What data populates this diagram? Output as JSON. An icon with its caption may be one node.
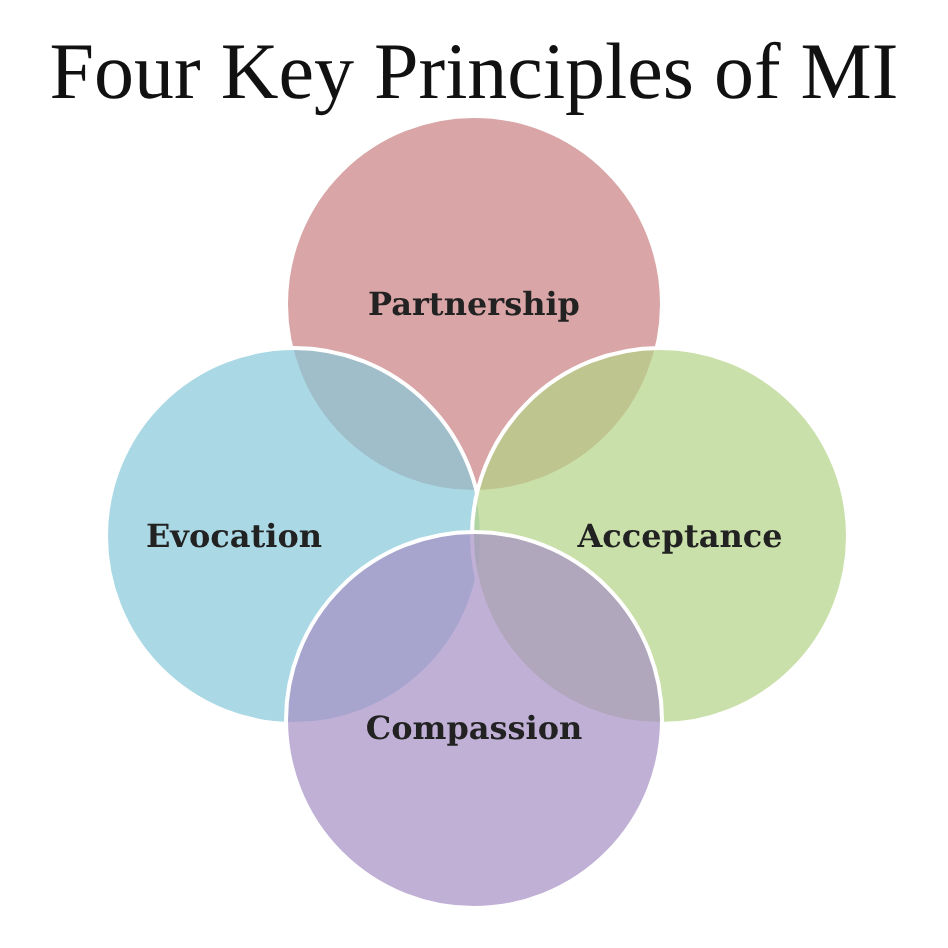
{
  "diagram": {
    "title": "Four Key Principles of MI",
    "nodes": [
      {
        "text": [
          "Partnership"
        ]
      },
      {
        "text": [
          "Evocation"
        ]
      },
      {
        "text": [
          "Acceptance"
        ]
      },
      {
        "text": [
          "Compassion"
        ]
      }
    ],
    "edges": []
  }
}
